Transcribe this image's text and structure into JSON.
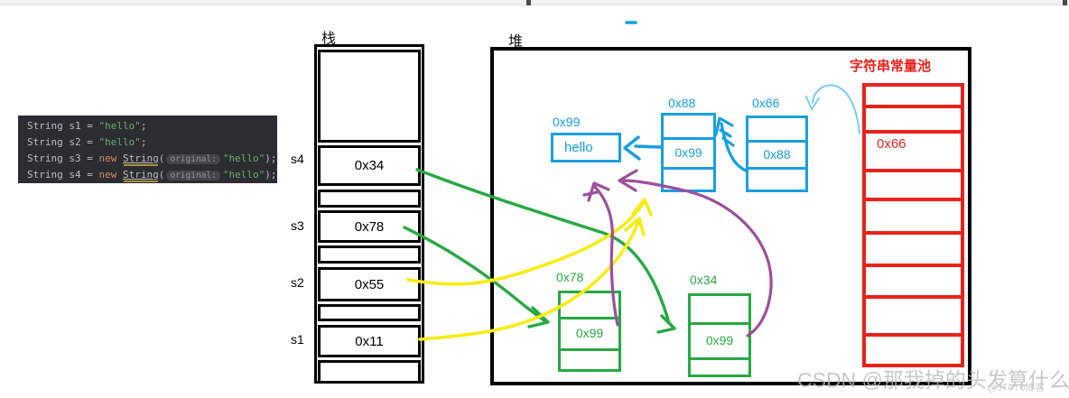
{
  "code": {
    "lines": [
      {
        "decl": "String s1 = ",
        "str": "\"hello\"",
        "end": ";"
      },
      {
        "decl": "String s2 = ",
        "str": "\"hello\"",
        "end": ";"
      },
      {
        "decl": "String s3 = ",
        "kw": "new ",
        "cls": "String",
        "open": "(",
        "hint": "original:",
        "str": "\"hello\"",
        "end": ");"
      },
      {
        "decl": "String s4 = ",
        "kw": "new ",
        "cls": "String",
        "open": "(",
        "hint": "original:",
        "str": "\"hello\"",
        "end": ");"
      }
    ]
  },
  "stack": {
    "title": "栈",
    "slots": [
      {
        "label": "s4",
        "value": "0x34"
      },
      {
        "label": "s3",
        "value": "0x78"
      },
      {
        "label": "s2",
        "value": "0x55"
      },
      {
        "label": "s1",
        "value": "0x11"
      }
    ]
  },
  "heap": {
    "title": "堆",
    "cyan_objects": {
      "hello": {
        "address": "0x99",
        "value": "hello"
      },
      "obj88": {
        "address": "0x88",
        "value": "0x99"
      },
      "obj66": {
        "address": "0x66",
        "value": "0x88"
      }
    },
    "green_objects": {
      "obj78": {
        "address": "0x78",
        "value": "0x99"
      },
      "obj34": {
        "address": "0x34",
        "value": "0x99"
      }
    }
  },
  "pool": {
    "title": "字符串常量池",
    "entry": "0x66"
  },
  "watermark": {
    "main": "CSDN @那我掉的头发算什么",
    "small": "@JT0T0博客"
  },
  "colors": {
    "cyan": "#189fde",
    "light_cyan": "#7bccf1",
    "green": "#27a844",
    "yellow": "#f7ec13",
    "purple": "#9c4f9c",
    "red": "#e8221a",
    "black": "#000000",
    "code_bg": "#2b2d30"
  }
}
